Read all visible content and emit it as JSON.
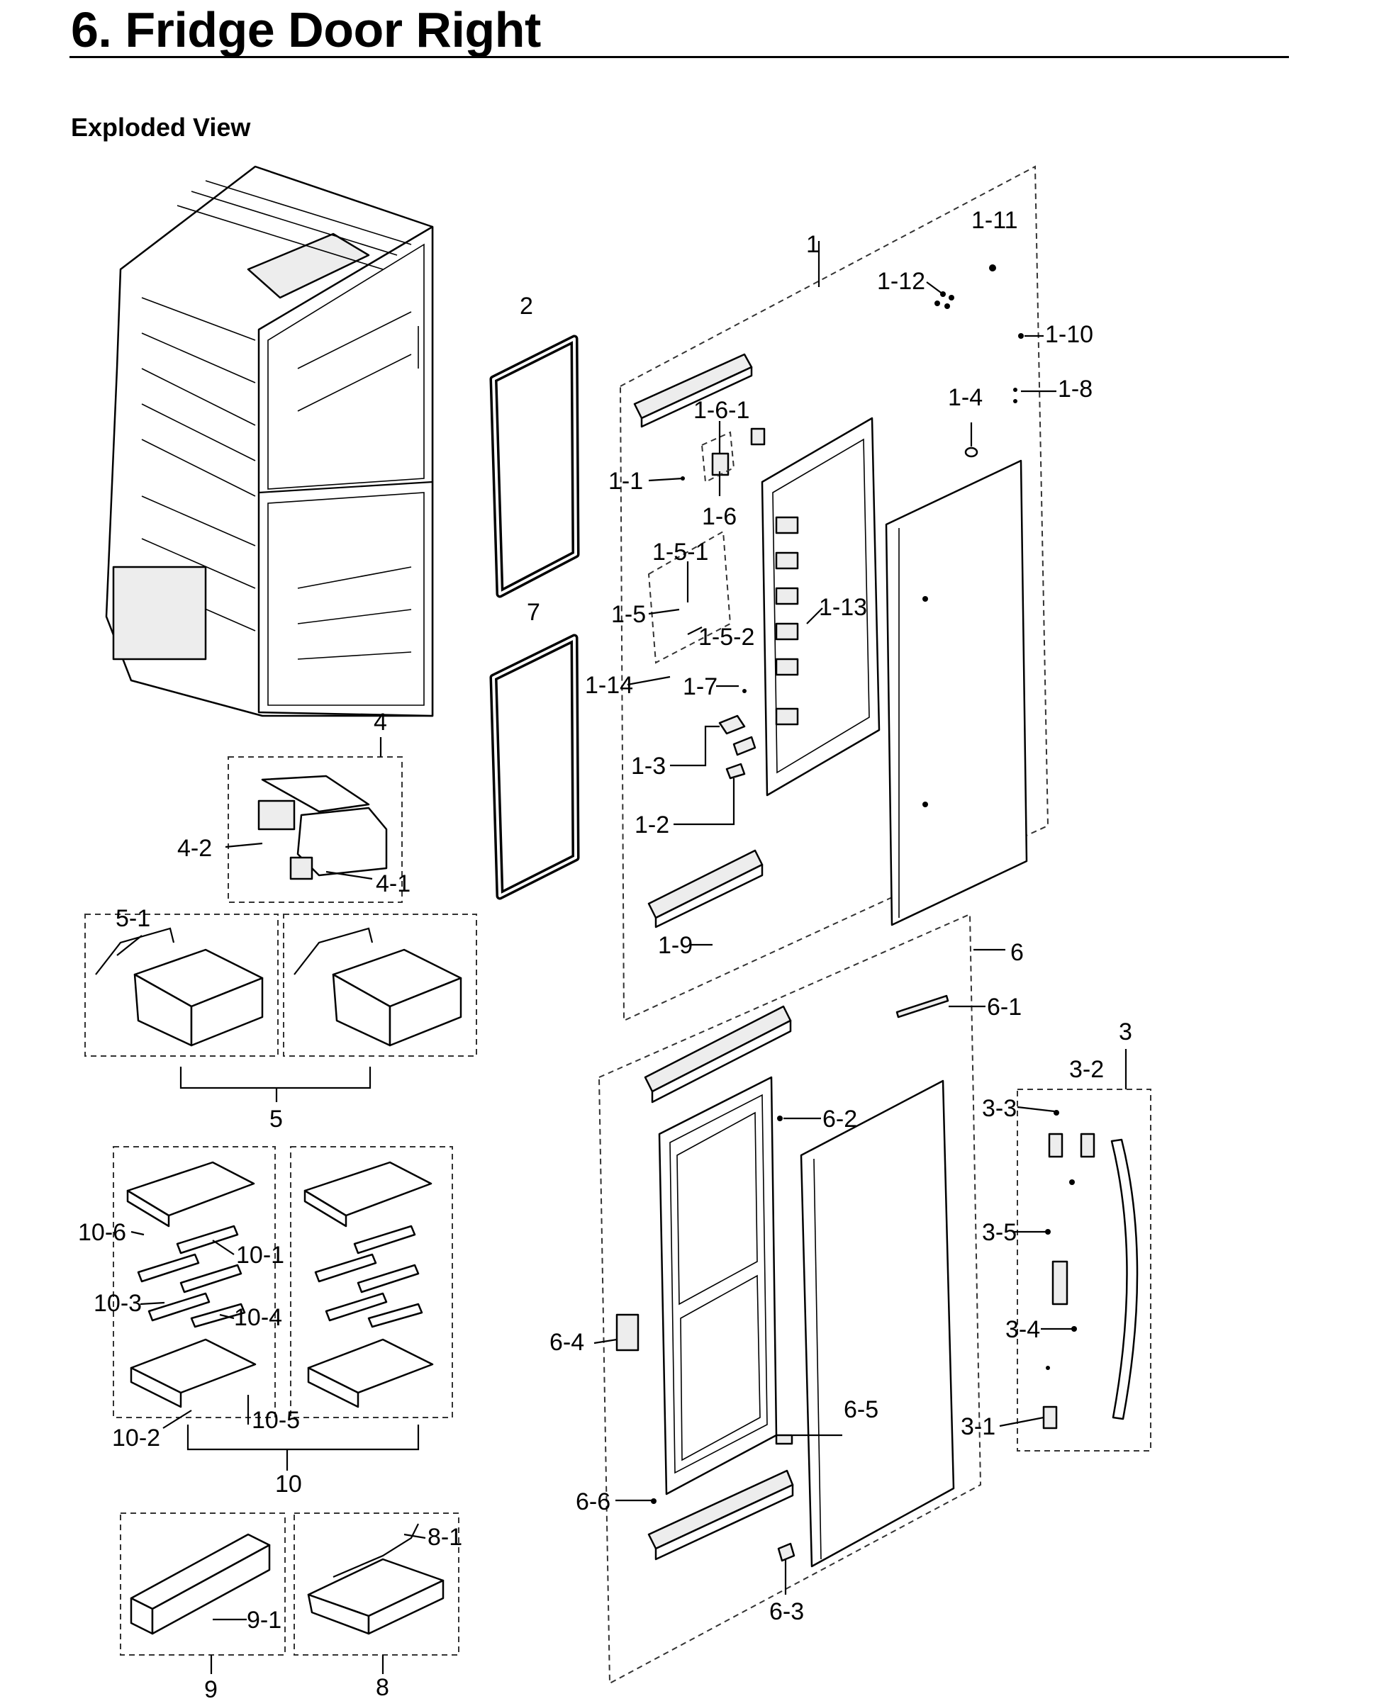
{
  "page": {
    "title": "6.  Fridge Door Right",
    "subtitle": "Exploded View"
  },
  "callouts": {
    "c1": "1",
    "c1_1": "1-1",
    "c1_2": "1-2",
    "c1_3": "1-3",
    "c1_4": "1-4",
    "c1_5": "1-5",
    "c1_5_1": "1-5-1",
    "c1_5_2": "1-5-2",
    "c1_6": "1-6",
    "c1_6_1": "1-6-1",
    "c1_7": "1-7",
    "c1_8": "1-8",
    "c1_9": "1-9",
    "c1_10": "1-10",
    "c1_11": "1-11",
    "c1_12": "1-12",
    "c1_13": "1-13",
    "c1_14": "1-14",
    "c2": "2",
    "c3": "3",
    "c3_1": "3-1",
    "c3_2": "3-2",
    "c3_3": "3-3",
    "c3_4": "3-4",
    "c3_5": "3-5",
    "c4": "4",
    "c4_1": "4-1",
    "c4_2": "4-2",
    "c5": "5",
    "c5_1": "5-1",
    "c6": "6",
    "c6_1": "6-1",
    "c6_2": "6-2",
    "c6_3": "6-3",
    "c6_4": "6-4",
    "c6_5": "6-5",
    "c6_6": "6-6",
    "c7": "7",
    "c8": "8",
    "c8_1": "8-1",
    "c9": "9",
    "c9_1": "9-1",
    "c10": "10",
    "c10_1": "10-1",
    "c10_2": "10-2",
    "c10_3": "10-3",
    "c10_4": "10-4",
    "c10_5": "10-5",
    "c10_6": "10-6"
  }
}
